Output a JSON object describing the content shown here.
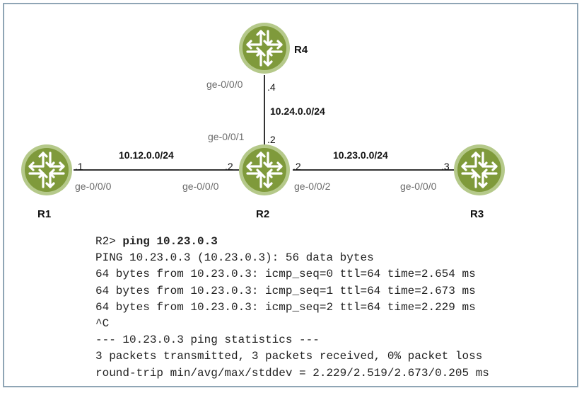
{
  "routers": {
    "r1": {
      "name": "R1"
    },
    "r2": {
      "name": "R2"
    },
    "r3": {
      "name": "R3"
    },
    "r4": {
      "name": "R4"
    }
  },
  "links": {
    "r1_r2": {
      "network": "10.12.0.0/24",
      "a_octet": ".1",
      "a_interface": "ge-0/0/0",
      "b_octet": ".2",
      "b_interface": "ge-0/0/0"
    },
    "r2_r3": {
      "network": "10.23.0.0/24",
      "a_octet": ".2",
      "a_interface": "ge-0/0/2",
      "b_octet": ".3",
      "b_interface": "ge-0/0/0"
    },
    "r2_r4": {
      "network": "10.24.0.0/24",
      "a_octet": ".2",
      "a_interface": "ge-0/0/1",
      "b_octet": ".4",
      "b_interface": "ge-0/0/0"
    }
  },
  "colors": {
    "router_fill": "#7f9a3b",
    "router_ring": "#b5c98a",
    "link": "#333333",
    "frame": "#8fa5b5"
  },
  "terminal": {
    "prompt": "R2> ",
    "command": "ping 10.23.0.3",
    "lines": [
      "PING 10.23.0.3 (10.23.0.3): 56 data bytes",
      "64 bytes from 10.23.0.3: icmp_seq=0 ttl=64 time=2.654 ms",
      "64 bytes from 10.23.0.3: icmp_seq=1 ttl=64 time=2.673 ms",
      "64 bytes from 10.23.0.3: icmp_seq=2 ttl=64 time=2.229 ms",
      "^C",
      "--- 10.23.0.3 ping statistics ---",
      "3 packets transmitted, 3 packets received, 0% packet loss",
      "round-trip min/avg/max/stddev = 2.229/2.519/2.673/0.205 ms"
    ]
  }
}
